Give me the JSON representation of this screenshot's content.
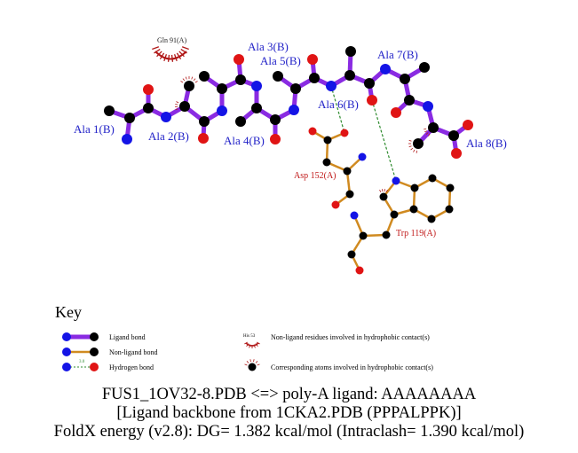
{
  "ligand_residues": [
    "Ala 1(B)",
    "Ala 2(B)",
    "Ala 3(B)",
    "Ala 4(B)",
    "Ala 5(B)",
    "Ala 6(B)",
    "Ala 7(B)",
    "Ala 8(B)"
  ],
  "protein_residues": {
    "asp": "Asp 152(A)",
    "trp": "Trp 119(A)"
  },
  "hydrophobic_residues": [
    "Gln 91(A)"
  ],
  "key": {
    "title": "Key",
    "ligand_bond": "Ligand bond",
    "nonligand_bond": "Non-ligand bond",
    "hydrogen_bond": "Hydrogen bond",
    "hbond_distance_sample": "3.0",
    "example_residue": "His 53",
    "nonligand_hydrophobic": "Non-ligand residues involved in hydrophobic contact(s)",
    "corresponding_atoms": "Corresponding atoms involved in hydrophobic contact(s)"
  },
  "caption": {
    "line1": "FUS1_1OV32-8.PDB <=> poly-A ligand: AAAAAAAA",
    "line2": "[Ligand backbone from 1CKA2.PDB (PPPALPPK)]",
    "line3": "FoldX energy (v2.8): DG= 1.382 kcal/mol (Intraclash= 1.390 kcal/mol)"
  },
  "colors": {
    "ligand_bond": "#8a2be2",
    "nonligand_bond": "#d08a20",
    "carbon": "#000000",
    "nitrogen": "#1414e6",
    "oxygen": "#e01414",
    "hbond": "#2e8b2e",
    "hydrophobic": "#b01818"
  }
}
